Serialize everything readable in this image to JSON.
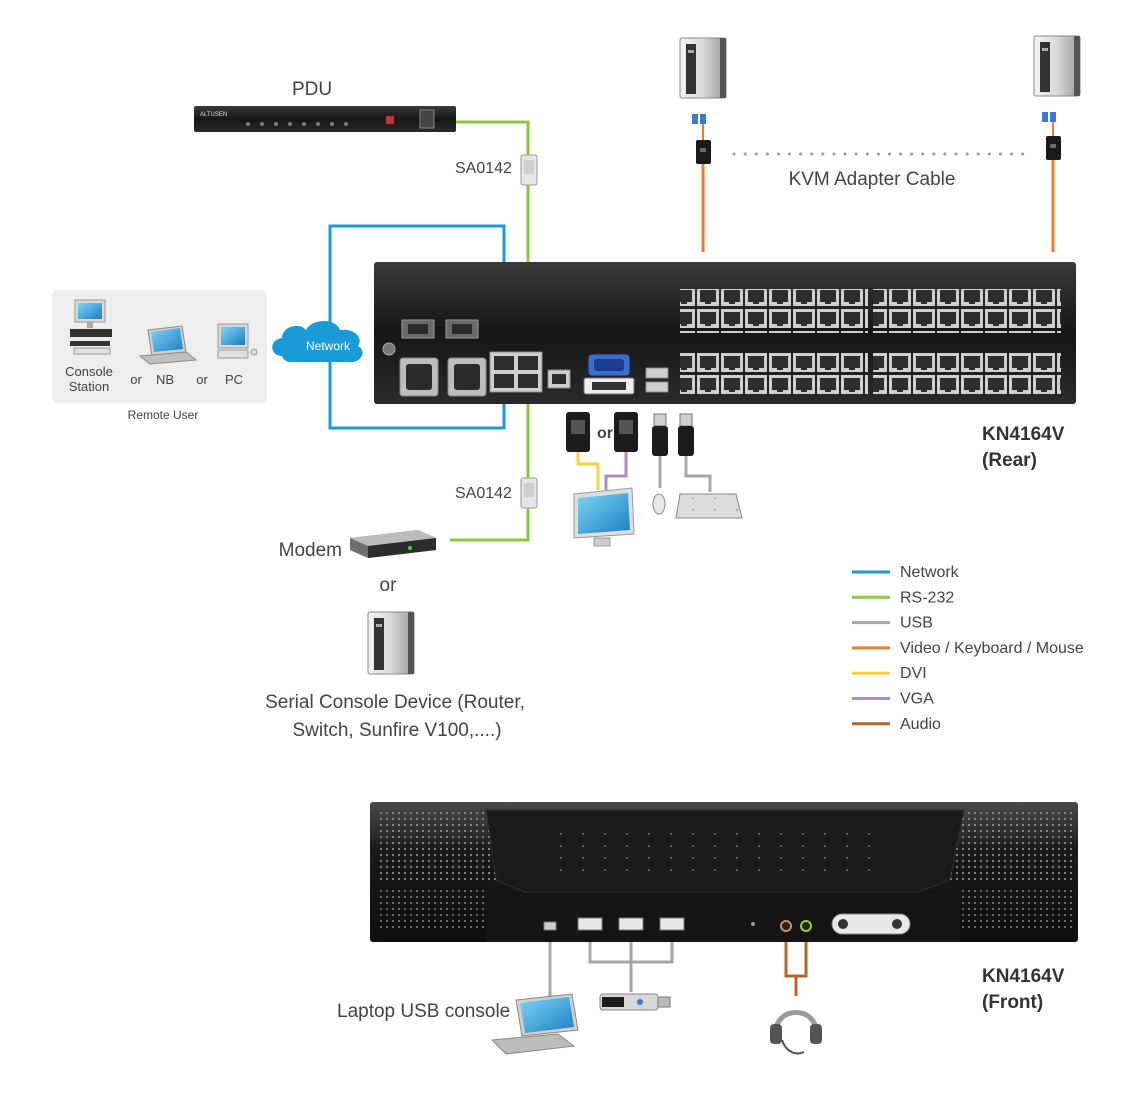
{
  "labels": {
    "pdu": "PDU",
    "pdu_brand": "ALTUSEN",
    "sa0142_top": "SA0142",
    "sa0142_bottom": "SA0142",
    "kvm_adapter_cable": "KVM Adapter Cable",
    "network_cloud": "Network",
    "console_station_line1": "Console",
    "console_station_line2": "Station",
    "or1": "or",
    "nb": "NB",
    "or2": "or",
    "pc": "PC",
    "remote_user": "Remote User",
    "kn_rear_line1": "KN4164V",
    "kn_rear_line2": "(Rear)",
    "or_connectors": "or",
    "modem": "Modem",
    "or_modem": "or",
    "serial_line1": "Serial Console Device (Router,",
    "serial_line2": "Switch, Sunfire V100,....)",
    "kn_front_line1": "KN4164V",
    "kn_front_line2": "(Front)",
    "laptop_usb_console": "Laptop USB console"
  },
  "legend": [
    {
      "label": "Network",
      "color": "#1a9ad6"
    },
    {
      "label": "RS-232",
      "color": "#8dc63f"
    },
    {
      "label": "USB",
      "color": "#a6a6a6"
    },
    {
      "label": "Video / Keyboard / Mouse",
      "color": "#f07a2f"
    },
    {
      "label": "DVI",
      "color": "#f2d43c"
    },
    {
      "label": "VGA",
      "color": "#a98dc8"
    },
    {
      "label": "Audio",
      "color": "#b5652e"
    }
  ],
  "colors": {
    "network": "#1a9ad6",
    "rs232": "#8dc63f",
    "usb": "#a6a6a6",
    "video_kbd_mouse": "#f07a2f",
    "dvi": "#f2d43c",
    "vga": "#a98dc8",
    "audio": "#b5652e",
    "device_body": "#1c1c1c"
  },
  "icons": {
    "pc_tower": "server-tower-icon",
    "laptop": "laptop-icon",
    "monitor": "monitor-icon",
    "keyboard": "keyboard-icon",
    "mouse": "mouse-icon",
    "headset": "headset-icon",
    "usb_stick": "usb-stick-icon",
    "modem": "modem-icon",
    "cloud": "cloud-icon"
  }
}
